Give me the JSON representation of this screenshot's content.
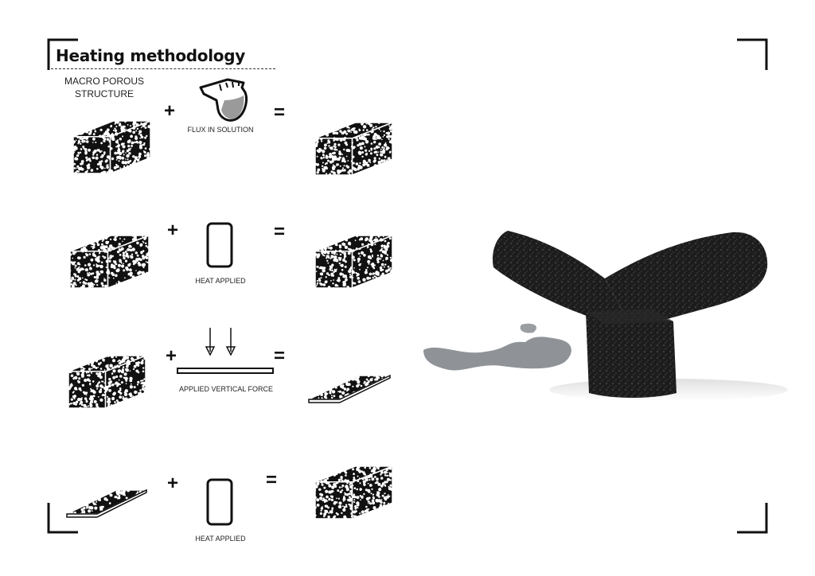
{
  "title": "Heating methodology",
  "rows": [
    {
      "caption_line1": "MACRO POROUS",
      "caption_line2": "STRUCTURE",
      "middle_label": "FLUX IN SOLUTION",
      "plus": "+",
      "equals": "="
    },
    {
      "middle_label": "HEAT APPLIED",
      "plus": "+",
      "equals": "="
    },
    {
      "middle_label": "APPLIED VERTICAL FORCE",
      "plus": "+",
      "equals": "="
    },
    {
      "middle_label": "HEAT APPLIED",
      "plus": "+",
      "equals": "="
    }
  ],
  "colors": {
    "ink": "#111111",
    "flux_fill": "#9a9a9a",
    "foam": "#1c1c1c",
    "liquid": "#8f9398"
  }
}
